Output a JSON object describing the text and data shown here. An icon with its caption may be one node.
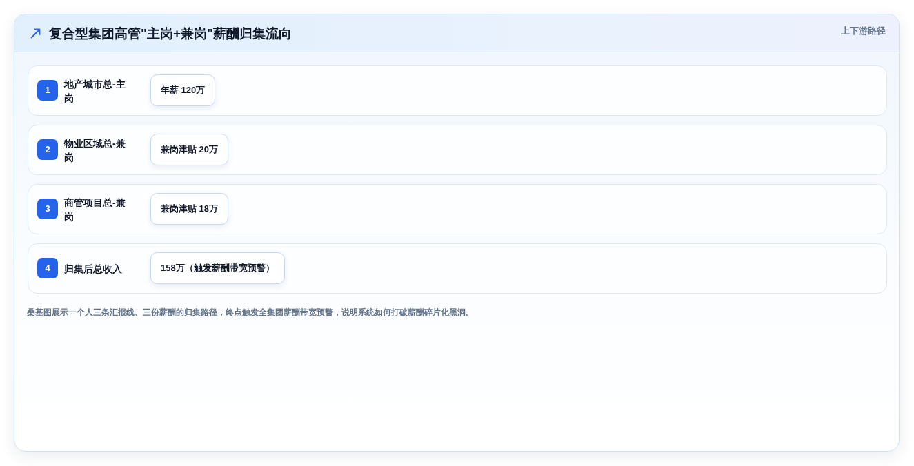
{
  "diagram": {
    "title": "复合型集团高管\"主岗+兼岗\"薪酬归集流向",
    "nodes": [
      {
        "text": [
          "地产城市总-主岗"
        ]
      },
      {
        "text": [
          "1"
        ],
        "in": 0
      },
      {
        "text": [
          "年薪 120万"
        ],
        "in": 0
      },
      {
        "text": [
          "物业区域总-兼岗"
        ]
      },
      {
        "text": [
          "2"
        ],
        "in": 3
      },
      {
        "text": [
          "兼岗津贴 20万"
        ],
        "in": 3
      },
      {
        "text": [
          "商管项目总-兼岗"
        ]
      },
      {
        "text": [
          "3"
        ],
        "in": 6
      },
      {
        "text": [
          "兼岗津贴 18万"
        ],
        "in": 6
      },
      {
        "text": [
          "归集后总收入"
        ]
      },
      {
        "text": [
          "4"
        ],
        "in": 9
      },
      {
        "text": [
          "158万（触发薪酬带宽预警）"
        ],
        "in": 9
      }
    ],
    "labels": [
      "上下游路径"
    ],
    "caption": "桑基图展示一个人三条汇报线、三份薪酬的归集路径，终点触发全集团薪酬带宽预警，说明系统如何打破薪酬碎片化黑洞。"
  }
}
